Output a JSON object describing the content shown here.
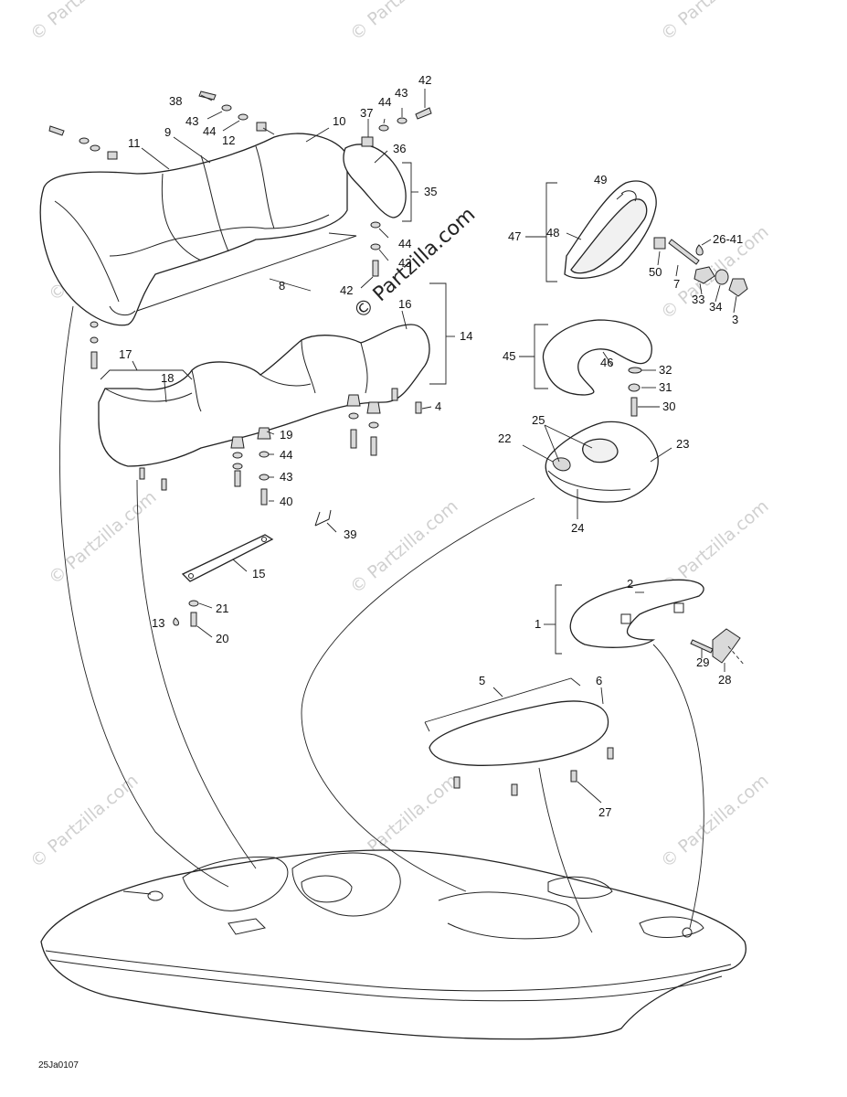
{
  "diagram": {
    "drawing_code": "25Ja0107",
    "watermark_main": "© Partzilla.com",
    "watermark_faint": "© Partzilla.com",
    "callouts": [
      "1",
      "2",
      "3",
      "4",
      "5",
      "6",
      "7",
      "8",
      "9",
      "10",
      "11",
      "12",
      "13",
      "14",
      "15",
      "16",
      "17",
      "18",
      "19",
      "20",
      "21",
      "22",
      "23",
      "24",
      "25",
      "26-41",
      "27",
      "28",
      "29",
      "30",
      "31",
      "32",
      "33",
      "34",
      "35",
      "36",
      "37",
      "38",
      "39",
      "40",
      "42",
      "43",
      "44",
      "45",
      "46",
      "47",
      "48",
      "49",
      "50"
    ]
  },
  "labels": {
    "l1": "1",
    "l2": "2",
    "l3": "3",
    "l4": "4",
    "l5": "5",
    "l6": "6",
    "l7": "7",
    "l8": "8",
    "l9": "9",
    "l10": "10",
    "l11": "11",
    "l12": "12",
    "l13": "13",
    "l14": "14",
    "l15": "15",
    "l16": "16",
    "l17": "17",
    "l18": "18",
    "l19": "19",
    "l20": "20",
    "l21": "21",
    "l22": "22",
    "l23": "23",
    "l24": "24",
    "l25": "25",
    "l2641": "26-41",
    "l27": "27",
    "l28": "28",
    "l29": "29",
    "l30": "30",
    "l31": "31",
    "l32": "32",
    "l33": "33",
    "l34": "34",
    "l35": "35",
    "l36": "36",
    "l37": "37",
    "l38": "38",
    "l39": "39",
    "l40": "40",
    "l42a": "42",
    "l42b": "42",
    "l43a": "43",
    "l43b": "43",
    "l43c": "43",
    "l43d": "43",
    "l44a": "44",
    "l44b": "44",
    "l44c": "44",
    "l44d": "44",
    "l45": "45",
    "l46": "46",
    "l47": "47",
    "l48": "48",
    "l49": "49",
    "l50": "50"
  },
  "colors": {
    "line": "#222222",
    "fill": "#ffffff",
    "watermark": "#d0d0d0"
  }
}
